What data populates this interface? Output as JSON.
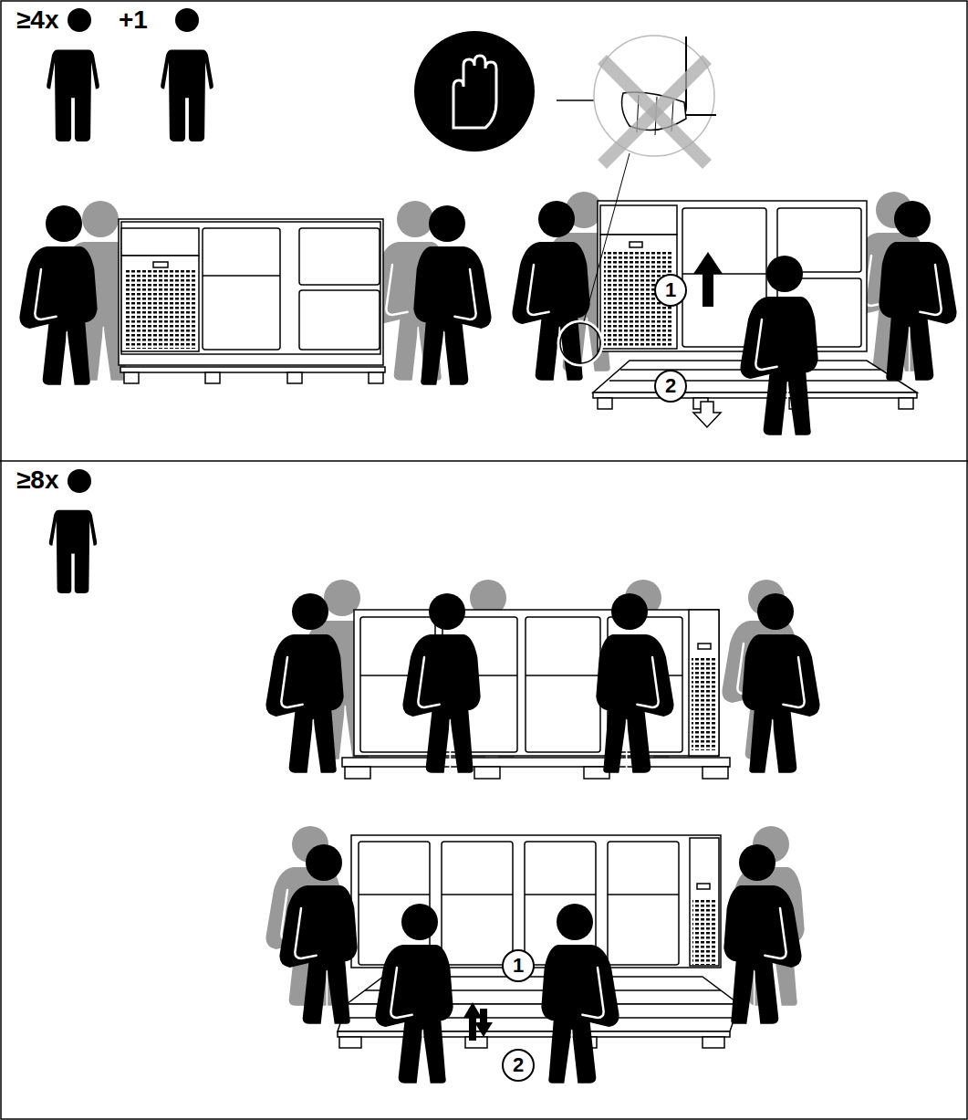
{
  "diagram": {
    "labels": [
      "≥4x",
      "+1",
      "1",
      "2",
      "≥8x",
      "1",
      "2"
    ]
  }
}
